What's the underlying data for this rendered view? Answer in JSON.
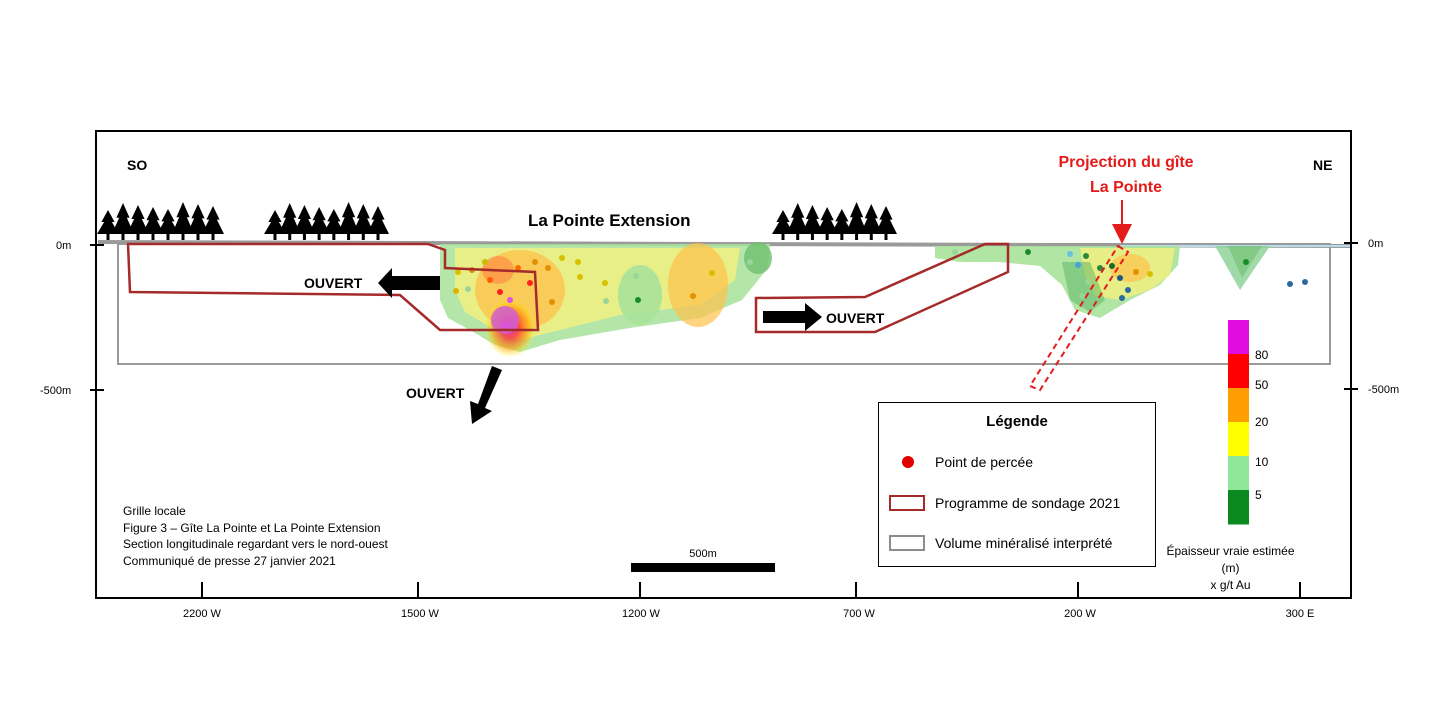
{
  "section": {
    "orientation_left": "SO",
    "orientation_right": "NE",
    "extension_label": "La Pointe Extension",
    "projection_label_line1": "Projection du gîte",
    "projection_label_line2": "La Pointe",
    "open_labels": [
      "OUVERT",
      "OUVERT",
      "OUVERT"
    ],
    "depth_labels_left": [
      "0m",
      "-500m"
    ],
    "depth_labels_right": [
      "0m",
      "-500m"
    ],
    "easting_labels": [
      "2200 W",
      "1500 W",
      "1200 W",
      "700 W",
      "200 W",
      "300 E"
    ],
    "scale_bar_label": "500m",
    "projection_color": "#e31b1b"
  },
  "legend": {
    "title": "Légende",
    "items": [
      {
        "label": "Point de percée",
        "symbol": "red-dot-icon"
      },
      {
        "label": "Programme de sondage 2021",
        "symbol": "red-outline-box-icon"
      },
      {
        "label": "Volume minéralisé interprété",
        "symbol": "grey-outline-box-icon"
      }
    ]
  },
  "colorbar": {
    "tick_labels": [
      "80",
      "50",
      "20",
      "10",
      "5"
    ],
    "colors": [
      "#e20be0",
      "#ff0000",
      "#ff9e00",
      "#ffff00",
      "#8fe89a",
      "#0a8a1e"
    ],
    "caption_line1": "Épaisseur vraie estimée (m)",
    "caption_line2": "x g/t Au"
  },
  "notes": [
    "Grille locale",
    "Figure 3 – Gîte La Pointe et La Pointe Extension",
    "Section longitudinale regardant vers le nord-ouest",
    "Communiqué de presse 27 janvier 2021"
  ]
}
